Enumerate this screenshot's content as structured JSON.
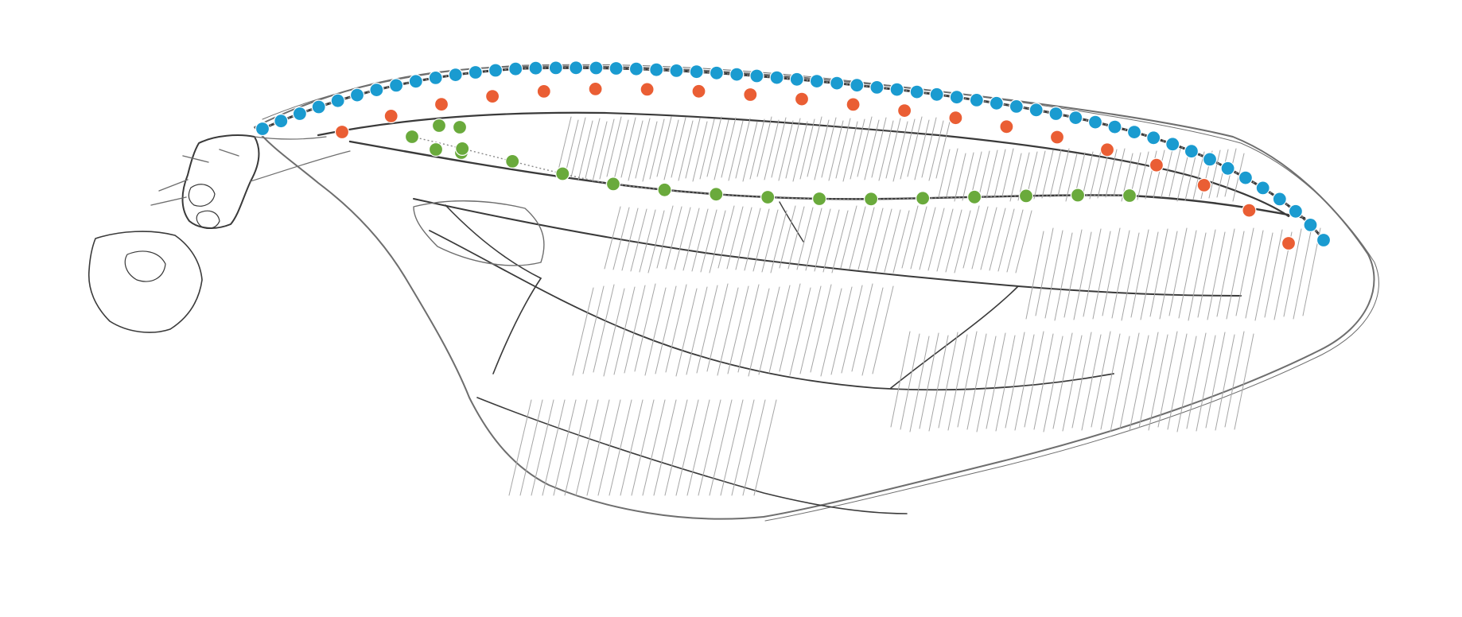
{
  "image": {
    "subject": "pencil-drawing-insect-wing",
    "background_color": "#ffffff",
    "pencil_color": "#6e6e6e"
  },
  "marker_series": [
    {
      "name_id": "costal-vein-markers",
      "color": "#1a9bd0",
      "count": 56
    },
    {
      "name_id": "submarginal-markers",
      "color": "#ea5e34",
      "count": 20
    },
    {
      "name_id": "radial-vein-markers",
      "color": "#6aaa3c",
      "count": 19
    }
  ]
}
